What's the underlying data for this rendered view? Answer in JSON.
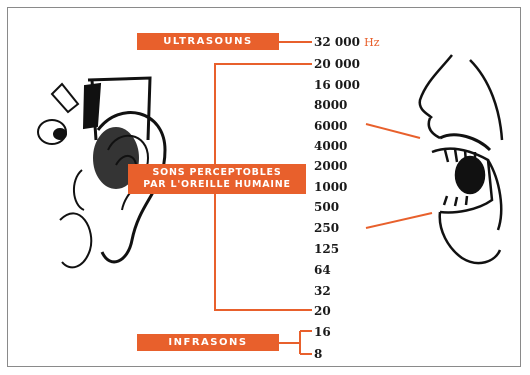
{
  "labels": {
    "ultrasons": "ULTRASOUNS",
    "audible_line1": "SONS PERCEPTOBLES",
    "audible_line2": "PAR L'OREILLE HUMAINE",
    "infrasons": "INFRASONS"
  },
  "scale": {
    "top_value": "32 000",
    "unit": "Hz",
    "values": [
      "20 000",
      "16 000",
      "8000",
      "6000",
      "4000",
      "2000",
      "1000",
      "500",
      "250",
      "125",
      "64",
      "32",
      "20",
      "16",
      "8"
    ]
  },
  "colors": {
    "accent": "#e8602c",
    "text": "#1a1a1a",
    "ink": "#111111"
  },
  "icons": [
    "ear-illustration-icon",
    "exclamation-bubble-icon",
    "screaming-mouth-illustration-icon"
  ]
}
